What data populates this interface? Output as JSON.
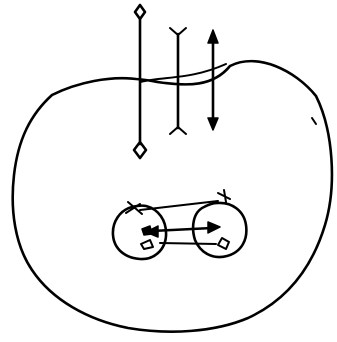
{
  "diagram": {
    "style": "hand-drawn line sketch",
    "colors": {
      "ink": "#000000",
      "background": "#ffffff"
    },
    "shapes": {
      "outer_body": "large-rounded-blob",
      "inner_pair": [
        "left-circle",
        "right-circle"
      ],
      "vertical_lines": [
        "diamond-ended-line",
        "bracket-ended-line",
        "double-headed-arrow"
      ],
      "inner_connectors": [
        "upper-line",
        "middle-double-arrow",
        "lower-line"
      ]
    }
  }
}
